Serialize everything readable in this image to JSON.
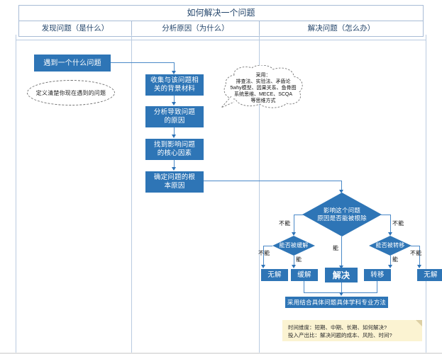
{
  "header": {
    "title": "如何解决一个问题",
    "columns": [
      {
        "label": "发现问题（是什么）"
      },
      {
        "label": "分析原因（为什么）"
      },
      {
        "label": "解决问题（怎么办）"
      }
    ]
  },
  "nodes": {
    "problem": "遇到一个什么问题",
    "define_note": "定义清楚你现在遇到的问题",
    "collect": "收集与该问题相\n关的背景材料",
    "analyze": "分析导致问题\n的原因",
    "core_factor": "找到影响问题\n的核心因素",
    "root_cause": "确定问题的根\n本原因",
    "method_callout": "采用：\n排查法、实验法、矛盾论\n5why模型、因果关系、鱼骨图\n系统思维、MECE、SCQA\n等思维方式",
    "decision_main": "影响这个问题\n原因是否能被根除",
    "decision_mitigate": "能否被缓解",
    "decision_transfer": "能否被转移",
    "result_no_solution_left": "无解",
    "result_mitigate": "缓解",
    "result_solve": "解决",
    "result_transfer": "转移",
    "result_no_solution_right": "无解",
    "final_bar": "采用结合具体问题具体学科专业方法",
    "sticky_note": "时间维度：短期、中期、长期、如何解决?\n投入产出比：解决问题的成本、风险、时间?"
  },
  "edge_labels": {
    "no_1": "不能",
    "no_2": "不能",
    "yes_main": "能",
    "yes_mitigate": "能",
    "yes_transfer": "能",
    "no_mitigate": "不能",
    "no_transfer": "不能"
  },
  "colors": {
    "node_blue": "#2e75b6",
    "line_blue": "#4a89c8",
    "header_border": "#a8bcd6",
    "header_text": "#23456b",
    "sticky_yellow": "#fbf3d2"
  }
}
